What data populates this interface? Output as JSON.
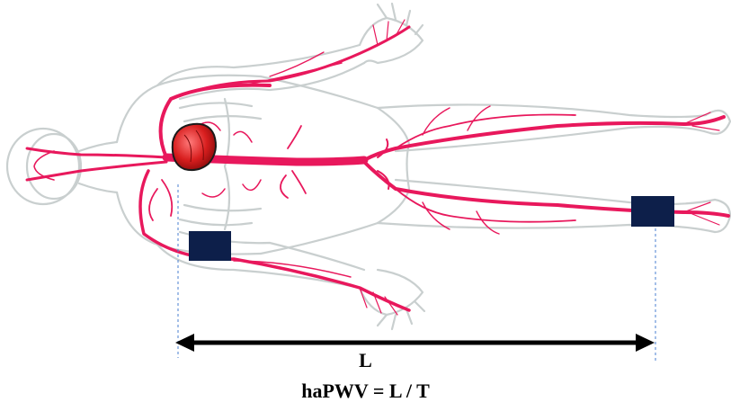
{
  "diagram": {
    "distance_label": "L",
    "formula": "haPWV = L / T",
    "colors": {
      "artery": "#e8185c",
      "body_outline": "#c9cfcf",
      "heart": "#d81e1e",
      "cuff": "#0d1f4a",
      "arrow": "#000000",
      "guide_line": "#4a7fd1"
    },
    "elements": [
      "body-outline",
      "arterial-tree",
      "heart",
      "arm-cuff",
      "ankle-cuff",
      "distance-arrow"
    ]
  }
}
